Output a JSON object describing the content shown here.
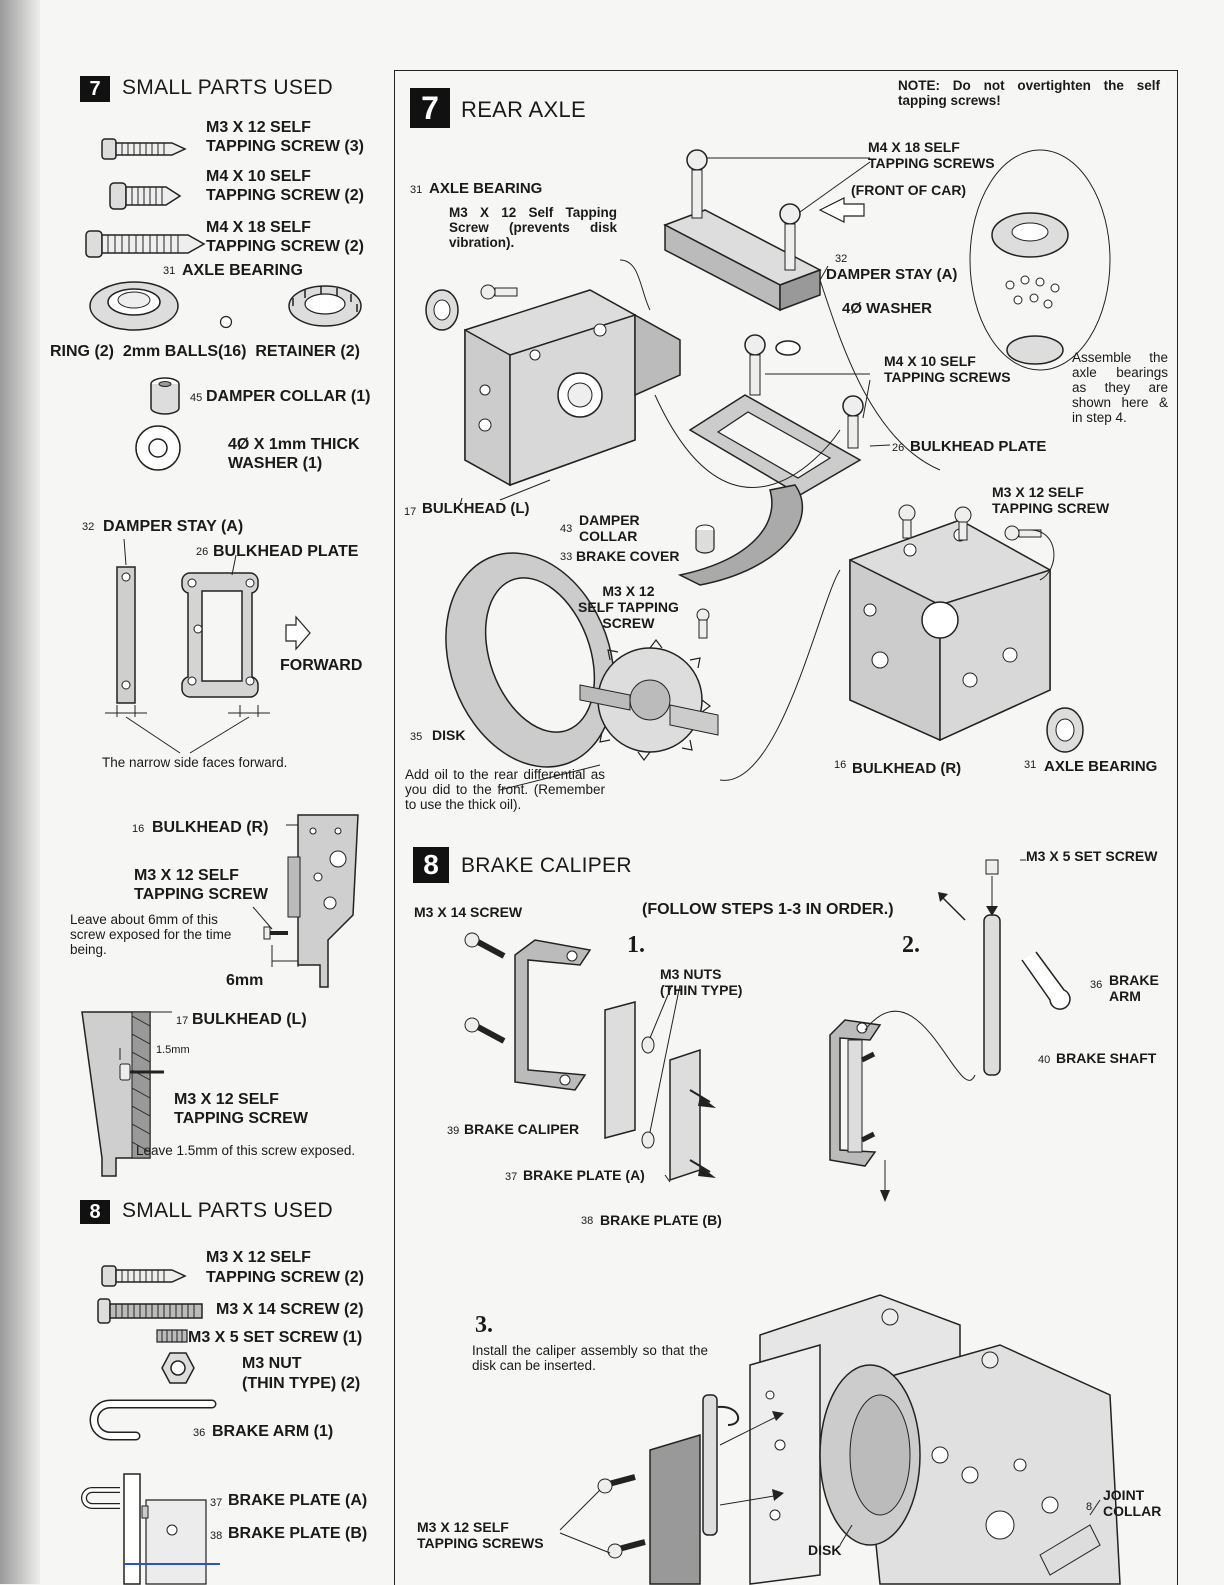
{
  "left": {
    "step7": {
      "number": "7",
      "title": "SMALL PARTS USED",
      "parts": [
        {
          "name": "M3 X 12 SELF",
          "qty": "TAPPING SCREW (3)"
        },
        {
          "name": "M4 X 10 SELF",
          "qty": "TAPPING SCREW (2)"
        },
        {
          "name": "M4 X 18 SELF",
          "qty": "TAPPING SCREW (2)"
        }
      ],
      "axle_bearing": "AXLE BEARING",
      "bearing_parts": "RING (2)  2mm BALLS(16)  RETAINER (2)",
      "damper_collar": "DAMPER COLLAR (1)",
      "washer": "4Ø X 1mm THICK\nWASHER (1)",
      "damper_stay": "DAMPER STAY (A)",
      "bulkhead_plate": "BULKHEAD PLATE",
      "forward": "FORWARD",
      "narrow_note": "The narrow side faces forward.",
      "bulkhead_r": "BULKHEAD (R)",
      "screw_r": "M3 X 12 SELF\nTAPPING SCREW",
      "leave_note": "Leave about 6mm of this screw exposed for the time being.",
      "six_mm": "6mm",
      "bulkhead_l": "BULKHEAD (L)",
      "one_five": "1.5mm",
      "screw_l": "M3 X 12 SELF\nTAPPING SCREW",
      "leave_l_note": "Leave 1.5mm of this screw exposed."
    },
    "step8": {
      "number": "8",
      "title": "SMALL PARTS USED",
      "parts": [
        {
          "name": "M3 X 12 SELF",
          "qty": "TAPPING SCREW (2)"
        },
        {
          "name": "M3 X 14 SCREW (2)",
          "qty": ""
        },
        {
          "name": "M3 X 5 SET SCREW (1)",
          "qty": ""
        },
        {
          "name": "M3 NUT",
          "qty": "(THIN TYPE) (2)"
        }
      ],
      "brake_arm": "BRAKE ARM (1)",
      "brake_plate_a": "BRAKE PLATE (A)",
      "brake_plate_b": "BRAKE PLATE (B)"
    }
  },
  "right": {
    "step7": {
      "number": "7",
      "title": "REAR AXLE",
      "note": "NOTE: Do not overtighten the self tapping screws!",
      "m4x18": "M4 X 18 SELF\nTAPPING SCREWS",
      "front_of_car": "(FRONT OF CAR)",
      "axle_bearing_l": "AXLE BEARING",
      "m3_note": "M3 X 12 Self Tapping Screw (prevents disk vibration).",
      "damper_stay": "DAMPER STAY (A)",
      "washer": "4Ø WASHER",
      "m4x10": "M4 X 10 SELF\nTAPPING SCREWS",
      "assemble_note": "Assemble the axle bearings as they are shown here & in step 4.",
      "bulkhead_plate": "BULKHEAD PLATE",
      "m3x12_screw": "M3 X 12 SELF\nTAPPING SCREW",
      "bulkhead_l": "BULKHEAD (L)",
      "damper_collar": "DAMPER\nCOLLAR",
      "brake_cover": "BRAKE COVER",
      "m3x12_center": "M3 X 12\nSELF TAPPING\nSCREW",
      "disk": "DISK",
      "oil_note": "Add oil to the rear differential as you did to the front. (Remember to use the thick oil).",
      "bulkhead_r": "BULKHEAD (R)",
      "axle_bearing_r": "AXLE BEARING"
    },
    "step8": {
      "number": "8",
      "title": "BRAKE CALIPER",
      "set_screw": "M3 X 5 SET SCREW",
      "m3x14": "M3 X 14 SCREW",
      "follow": "(FOLLOW STEPS 1-3 IN ORDER.)",
      "one": "1.",
      "two": "2.",
      "three": "3.",
      "nuts": "M3 NUTS\n(THIN TYPE)",
      "brake_arm": "BRAKE\nARM",
      "brake_shaft": "BRAKE SHAFT",
      "brake_caliper": "BRAKE CALIPER",
      "brake_plate_a": "BRAKE PLATE (A)",
      "brake_plate_b": "BRAKE PLATE (B)",
      "install_note": "Install the caliper assembly so that the disk can be inserted.",
      "m3x12_screws": "M3 X 12 SELF\nTAPPING SCREWS",
      "disk": "DISK",
      "joint_collar": "JOINT\nCOLLAR"
    }
  },
  "markers": {
    "n31": "31",
    "n45": "45",
    "n32": "32",
    "n26": "26",
    "n16": "16",
    "n17": "17",
    "n36": "36",
    "n37": "37",
    "n38": "38",
    "n43": "43",
    "n33": "33",
    "n35": "35",
    "n39": "39",
    "n40": "40",
    "n8": "8"
  }
}
